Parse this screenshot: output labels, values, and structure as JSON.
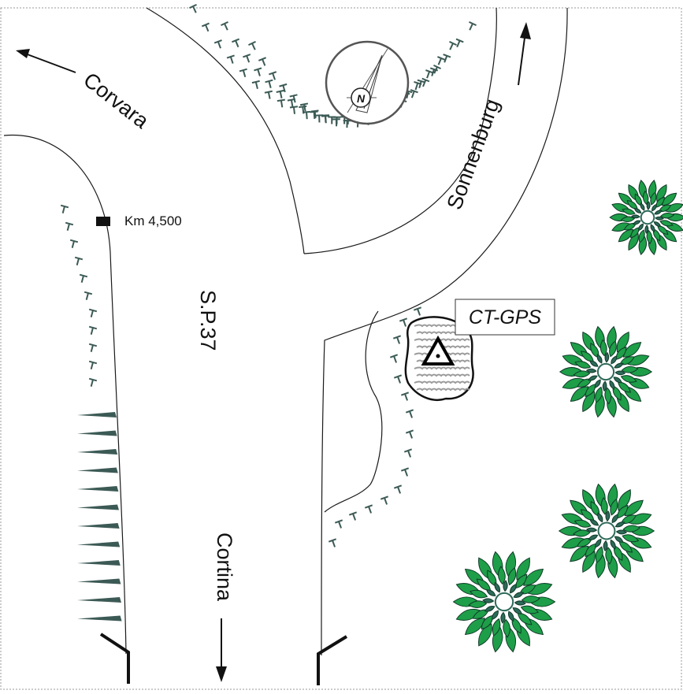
{
  "map": {
    "labels": {
      "corvara": "Corvara",
      "sonnenburg": "Sonnenburg",
      "sp37": "S.P.37",
      "cortina": "Cortina",
      "km_marker": "Km 4,500",
      "station": "CT-GPS",
      "north": "N"
    },
    "icons": [
      "compass-rose-icon",
      "gps-station-triangle-icon",
      "tree-icon",
      "arrow-icon",
      "km-marker-icon"
    ],
    "colors": {
      "road_line": "#1a1a1a",
      "embankment_tick": "#3c5a55",
      "tree_outer": "#1e9e48",
      "tree_inner": "#2e6a5a",
      "rock": "#9a9a9a",
      "frame": "#999999"
    }
  }
}
